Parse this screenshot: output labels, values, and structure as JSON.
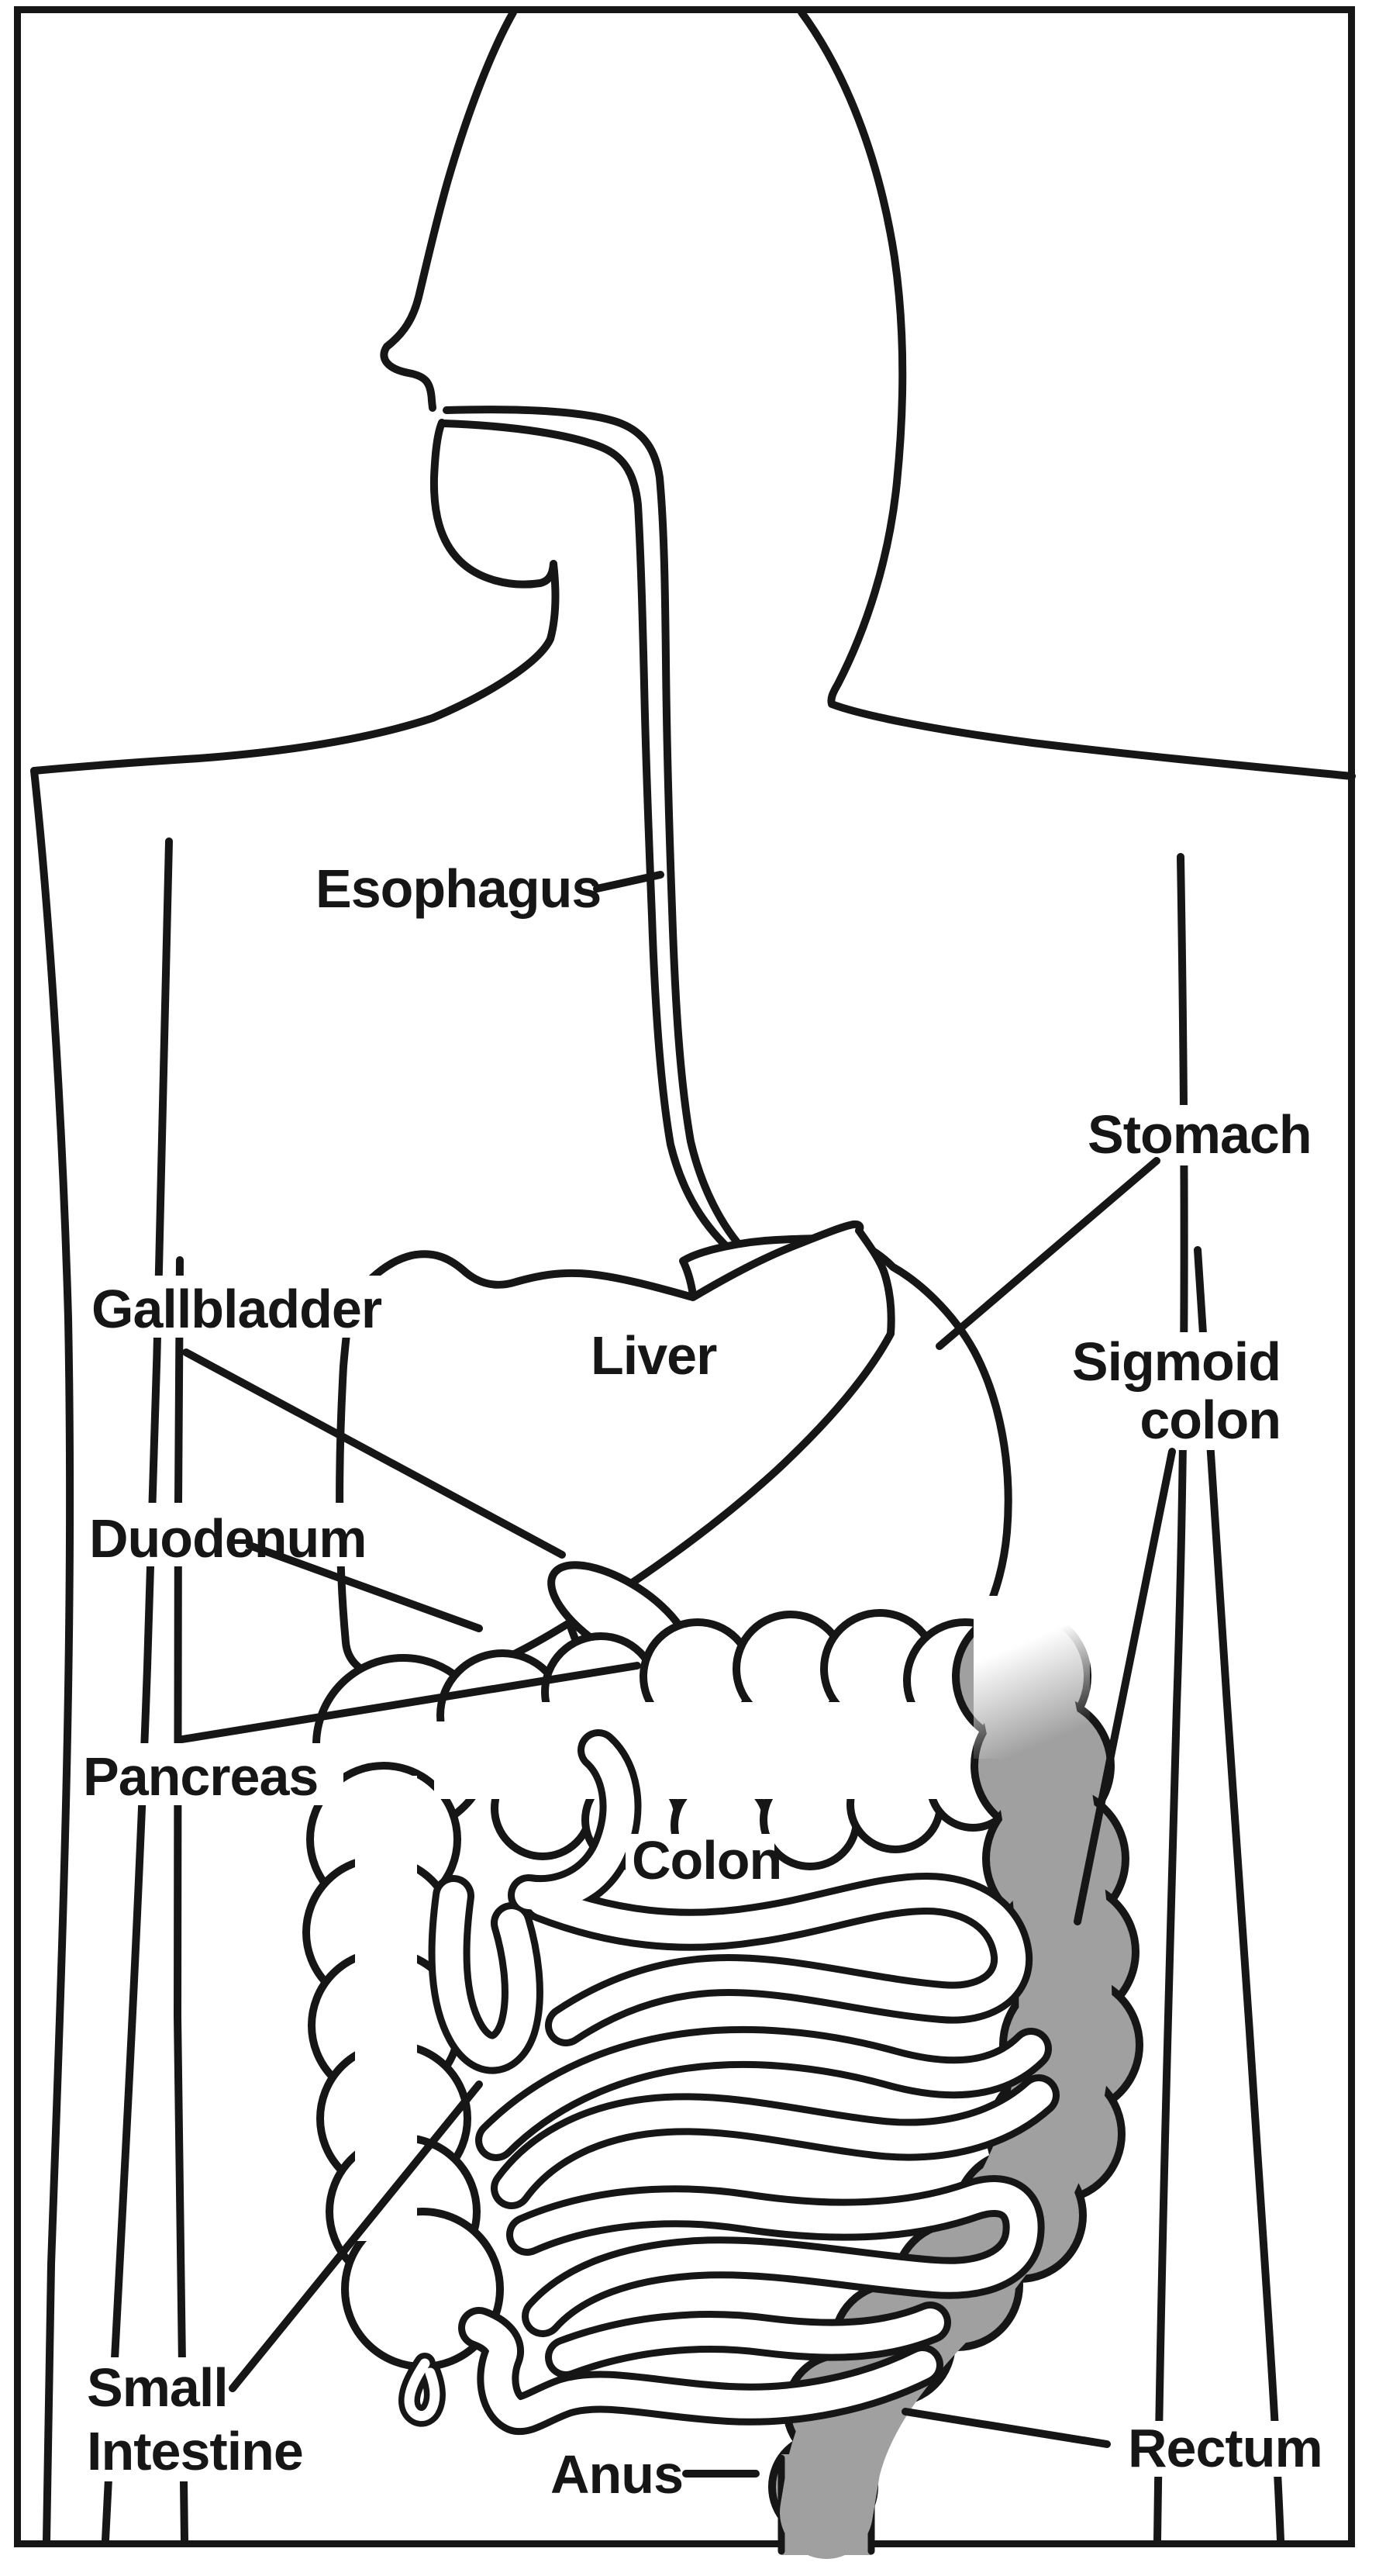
{
  "diagram": {
    "title": "Human digestive system outline diagram",
    "figure_type": "labeled anatomical line drawing",
    "colors": {
      "background": "#ffffff",
      "outline": "#161616",
      "shaded_colon": "#a0a0a0"
    },
    "labels": {
      "esophagus": "Esophagus",
      "stomach": "Stomach",
      "gallbladder": "Gallbladder",
      "liver": "Liver",
      "sigmoid_line1": "Sigmoid",
      "sigmoid_line2": "colon",
      "duodenum": "Duodenum",
      "pancreas": "Pancreas",
      "colon": "Colon",
      "small_intestine_line1": "Small",
      "small_intestine_line2": "Intestine",
      "anus": "Anus",
      "rectum": "Rectum"
    }
  }
}
